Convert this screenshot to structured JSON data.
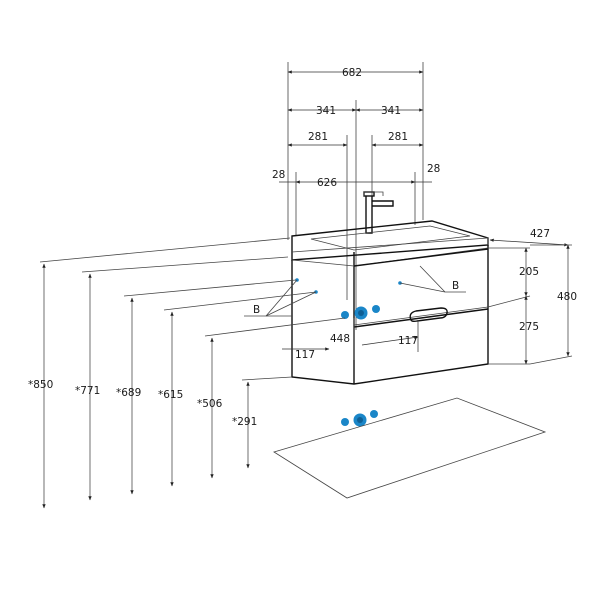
{
  "drawing": {
    "dims": {
      "top_width": "682",
      "left_half": "341",
      "right_half": "341",
      "left_offset": "281",
      "right_offset": "281",
      "inner_width": "626",
      "left_margin": "28",
      "right_margin": "28",
      "depth": "427",
      "upper_drawer": "205",
      "lower_drawer": "275",
      "total_height": "480",
      "between_holes": "448",
      "hole_left": "117",
      "hole_right": "117",
      "h850": "*850",
      "h771": "*771",
      "h689": "*689",
      "h615": "*615",
      "h506": "*506",
      "h291": "*291",
      "label_b_left": "B",
      "label_b_right": "B"
    },
    "colors": {
      "line": "#222222",
      "connection": "#1a86c8",
      "connection_dark": "#0e5f95"
    }
  }
}
